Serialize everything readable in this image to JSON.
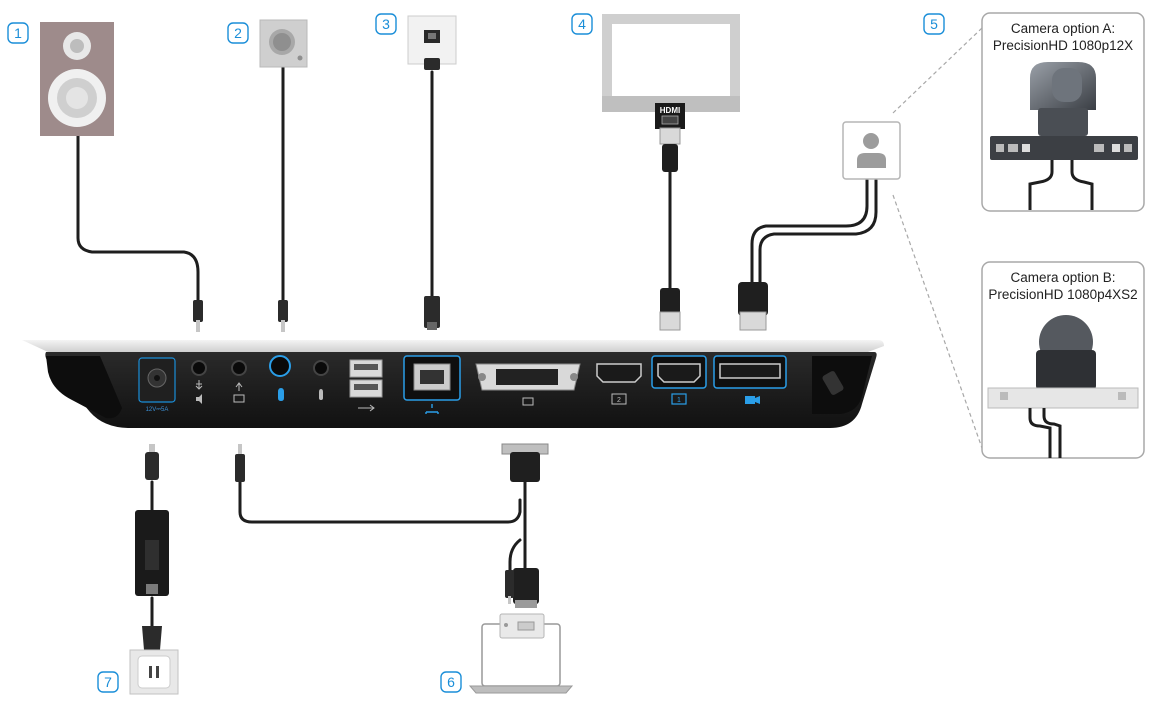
{
  "callouts": [
    "1",
    "2",
    "3",
    "4",
    "5",
    "6",
    "7"
  ],
  "camera_option_a": {
    "title": "Camera option A:",
    "model": "PrecisionHD 1080p12X"
  },
  "camera_option_b": {
    "title": "Camera option B:",
    "model": "PrecisionHD 1080p4XS2"
  },
  "hdmi_label": "HDMI",
  "power_label": "12V⎓5A",
  "monitor_numbers": [
    "2",
    "1"
  ],
  "colors": {
    "callout": "#1a8ed8",
    "device_body": "#1c1c1c",
    "port_accent": "#2a9ee8",
    "speaker": "#9e8b8b",
    "cable": "#1e1e1e"
  },
  "icons": [
    "speaker-icon",
    "microphone-icon",
    "ethernet-wall-socket-icon",
    "monitor-icon",
    "camera-placeholder-icon",
    "laptop-icon",
    "power-outlet-icon"
  ]
}
